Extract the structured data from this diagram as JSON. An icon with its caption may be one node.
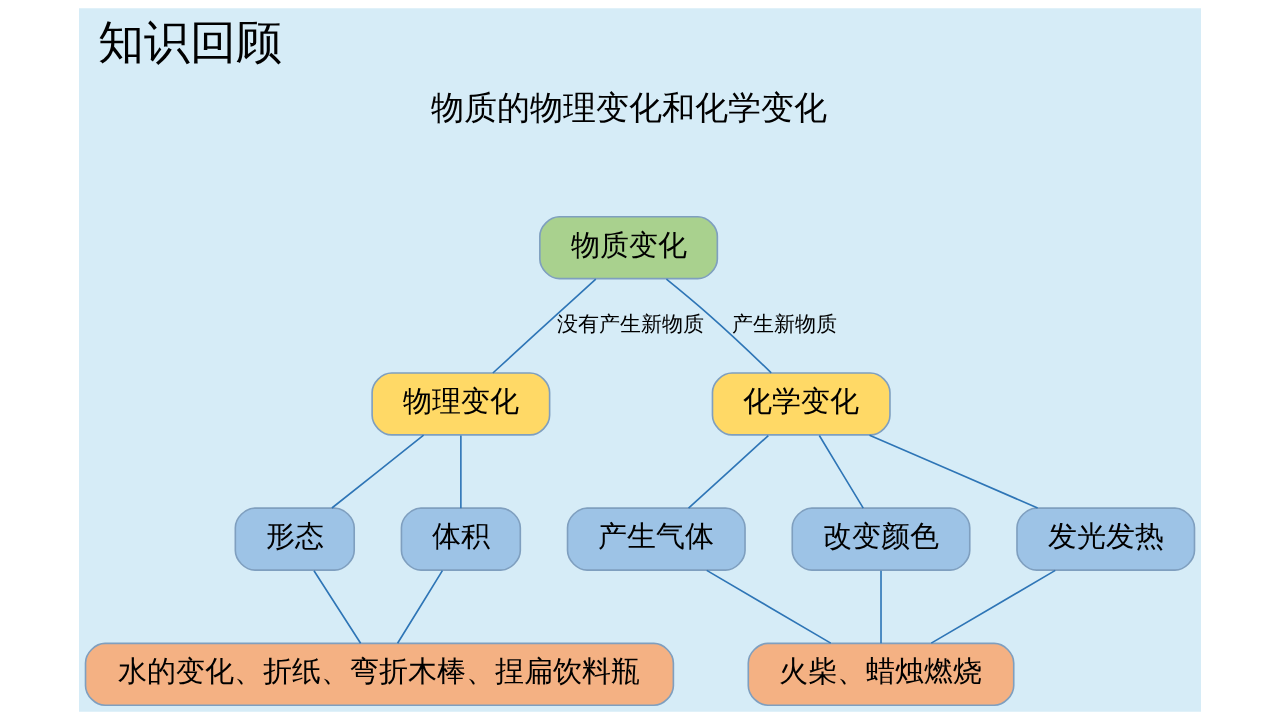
{
  "diagram": {
    "title": "知识回顾",
    "nodes": [
      {
        "text": [
          "物质变化"
        ]
      },
      {
        "text": [
          "物理变化"
        ]
      },
      {
        "text": [
          "化学变化"
        ]
      },
      {
        "text": [
          "形态"
        ]
      },
      {
        "text": [
          "体积"
        ]
      },
      {
        "text": [
          "水的变化、折纸、弯折木棒、捏扁饮料瓶"
        ]
      },
      {
        "text": [
          "产生气体"
        ]
      },
      {
        "text": [
          "改变颜色"
        ]
      },
      {
        "text": [
          "发光发热"
        ]
      },
      {
        "text": [
          "火柴、蜡烛燃烧"
        ]
      }
    ],
    "edges": [
      {
        "from": 0,
        "to": 1,
        "arrow": "none",
        "label": "没有产生新物质"
      },
      {
        "from": 0,
        "to": 2,
        "arrow": "none",
        "label": "产生新物质"
      },
      {
        "from": 1,
        "to": 3,
        "arrow": "none"
      },
      {
        "from": 1,
        "to": 4,
        "arrow": "none"
      },
      {
        "from": 3,
        "to": 5,
        "arrow": "none"
      },
      {
        "from": 4,
        "to": 5,
        "arrow": "none"
      },
      {
        "from": 2,
        "to": 6,
        "arrow": "none"
      },
      {
        "from": 2,
        "to": 7,
        "arrow": "none"
      },
      {
        "from": 2,
        "to": 8,
        "arrow": "none"
      },
      {
        "from": 6,
        "to": 9,
        "arrow": "none"
      },
      {
        "from": 7,
        "to": 9,
        "arrow": "none"
      },
      {
        "from": 8,
        "to": 9,
        "arrow": "none"
      }
    ],
    "labels": [
      "物质的物理变化和化学变化"
    ]
  }
}
